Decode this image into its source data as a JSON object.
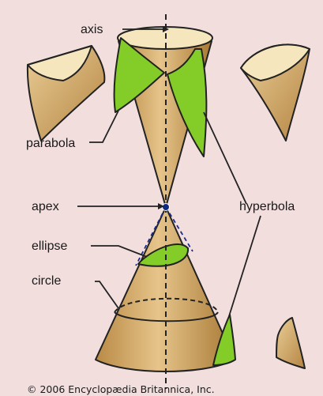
{
  "diagram": {
    "labels": {
      "axis": "axis",
      "parabola": "parabola",
      "apex": "apex",
      "hyperbola": "hyperbola",
      "ellipse": "ellipse",
      "circle": "circle"
    },
    "copyright": "© 2006 Encyclopædia Britannica, Inc."
  },
  "colors": {
    "background": "#f3dede",
    "cone_body": "#d8ae6e",
    "cone_top": "#f6e6bd",
    "section_green": "#84cc28",
    "apex_dot": "#0f2a80",
    "outline": "#222222"
  }
}
